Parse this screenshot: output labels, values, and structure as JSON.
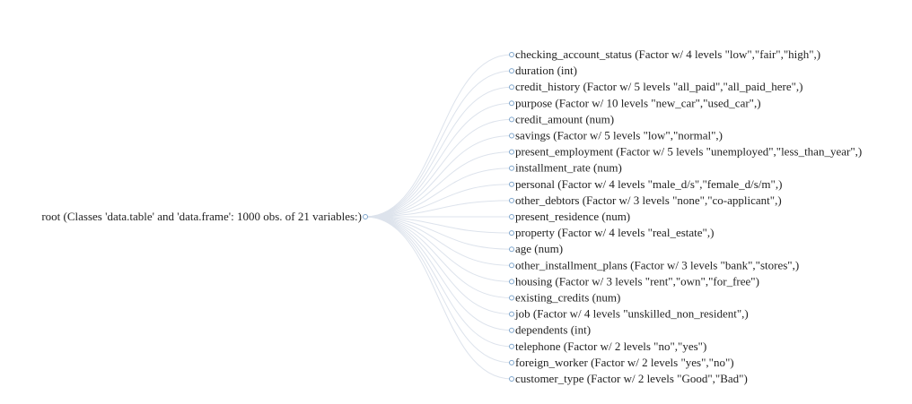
{
  "root": {
    "label": "root (Classes 'data.table' and 'data.frame': 1000 obs. of 21 variables:)"
  },
  "children": [
    {
      "label": "checking_account_status (Factor w/ 4 levels \"low\",\"fair\",\"high\",)"
    },
    {
      "label": "duration (int)"
    },
    {
      "label": "credit_history (Factor w/ 5 levels \"all_paid\",\"all_paid_here\",)"
    },
    {
      "label": "purpose (Factor w/ 10 levels \"new_car\",\"used_car\",)"
    },
    {
      "label": "credit_amount (num)"
    },
    {
      "label": "savings (Factor w/ 5 levels \"low\",\"normal\",)"
    },
    {
      "label": "present_employment (Factor w/ 5 levels \"unemployed\",\"less_than_year\",)"
    },
    {
      "label": "installment_rate (num)"
    },
    {
      "label": "personal (Factor w/ 4 levels \"male_d/s\",\"female_d/s/m\",)"
    },
    {
      "label": "other_debtors (Factor w/ 3 levels \"none\",\"co-applicant\",)"
    },
    {
      "label": "present_residence (num)"
    },
    {
      "label": "property (Factor w/ 4 levels \"real_estate\",)"
    },
    {
      "label": "age (num)"
    },
    {
      "label": "other_installment_plans (Factor w/ 3 levels \"bank\",\"stores\",)"
    },
    {
      "label": "housing (Factor w/ 3 levels \"rent\",\"own\",\"for_free\")"
    },
    {
      "label": "existing_credits (num)"
    },
    {
      "label": "job (Factor w/ 4 levels \"unskilled_non_resident\",)"
    },
    {
      "label": "dependents (int)"
    },
    {
      "label": "telephone (Factor w/ 2 levels \"no\",\"yes\")"
    },
    {
      "label": "foreign_worker (Factor w/ 2 levels \"yes\",\"no\")"
    },
    {
      "label": "customer_type (Factor w/ 2 levels \"Good\",\"Bad\")"
    }
  ],
  "colors": {
    "link": "#dde3ec",
    "node_stroke": "#7fa6cc",
    "text": "#222222"
  }
}
